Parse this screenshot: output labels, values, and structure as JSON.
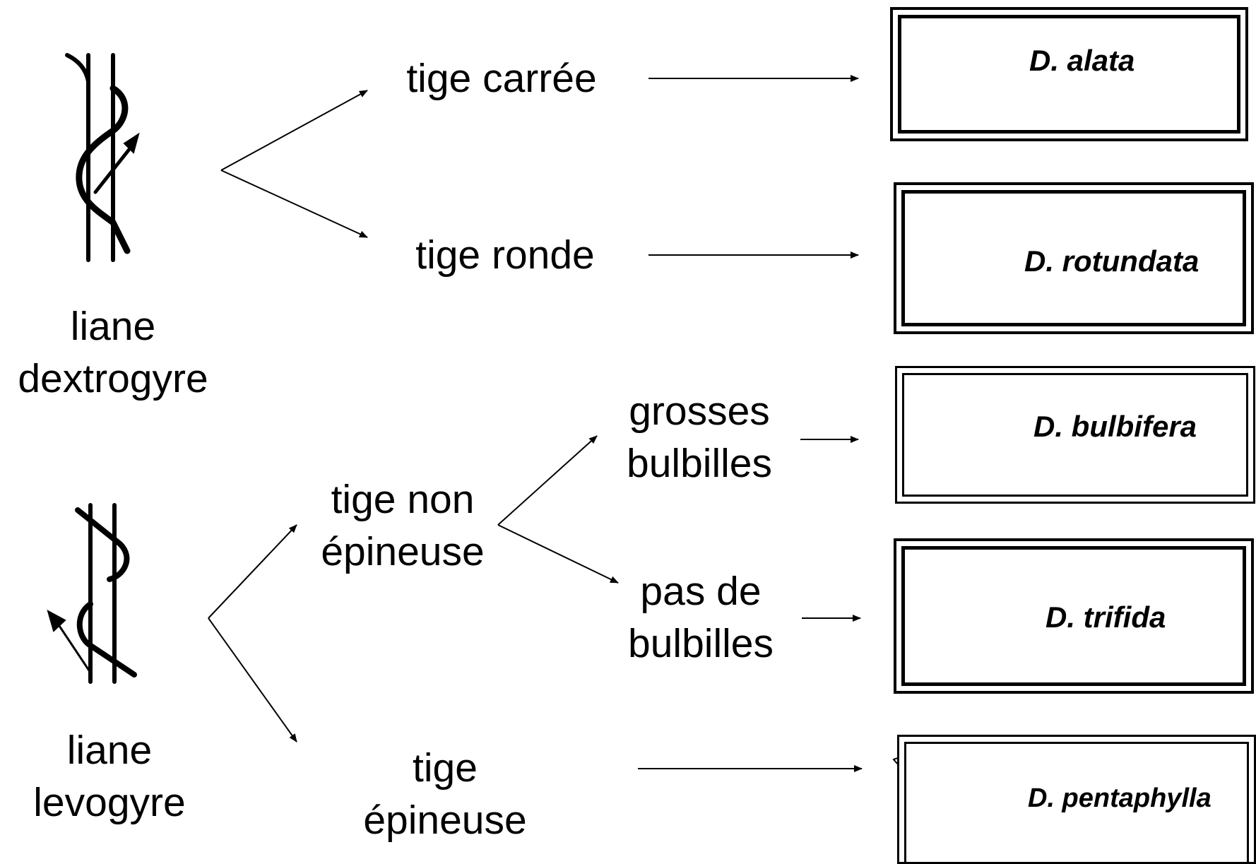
{
  "vines": {
    "dextrogyre": [
      "liane",
      "dextrogyre"
    ],
    "levogyre": [
      "liane",
      "levogyre"
    ]
  },
  "stems": {
    "carree": "tige carrée",
    "ronde": "tige ronde",
    "non_epineuse": [
      "tige non",
      "épineuse"
    ],
    "epineuse": [
      "tige",
      "épineuse"
    ]
  },
  "bulbils": {
    "grosses": [
      "grosses",
      "bulbilles"
    ],
    "absentes": [
      "pas de",
      "bulbilles"
    ]
  },
  "species": {
    "alata": "D. alata",
    "rotundata": "D. rotundata",
    "bulbifera": "D. bulbifera",
    "trifida": "D. trifida",
    "pentaphylla": "D. pentaphylla"
  },
  "icons": {
    "dextrogyre": "right-twining-vine-icon",
    "levogyre": "left-twining-vine-icon",
    "alata": "heart-leaf-icon",
    "rotundata": "lobed-leaf-icon",
    "bulbifera": "broad-heart-leaf-icon",
    "trifida": "three-lobed-leaf-icon",
    "pentaphylla": "five-leaflet-icon"
  }
}
